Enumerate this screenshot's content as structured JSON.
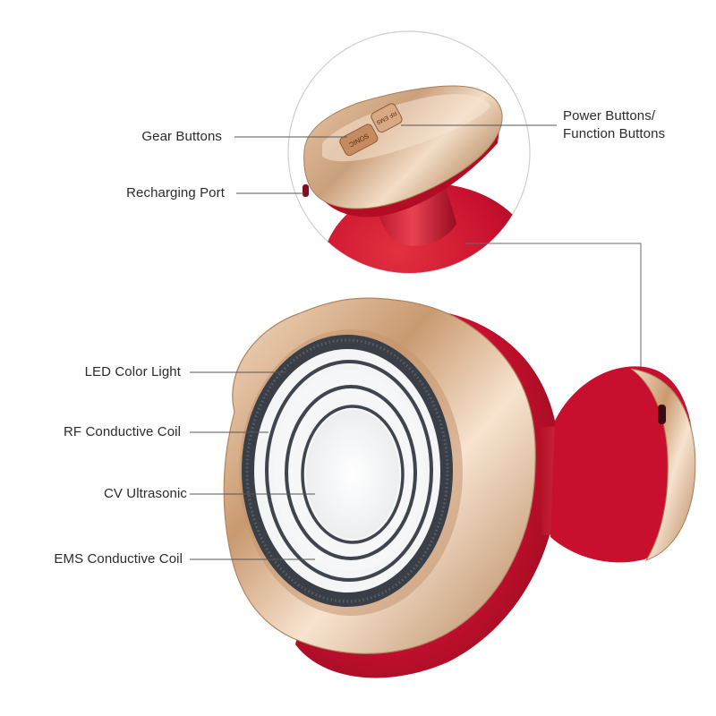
{
  "callouts": {
    "gear_buttons": "Gear Buttons",
    "recharging_port": "Recharging Port",
    "power_buttons_line1": "Power Buttons/",
    "power_buttons_line2": "Function Buttons",
    "led_light": "LED Color Light",
    "rf_coil": "RF Conductive Coil",
    "cv_ultrasonic": "CV Ultrasonic",
    "ems_coil": "EMS Conductive Coil"
  },
  "device_buttons": {
    "sonic": "SONIC",
    "rf_ems": "RF EMS"
  },
  "colors": {
    "device_red": "#c8102e",
    "gold_rim": "#d9b48f",
    "led_ring": "#3a3f47",
    "label_text": "#2b2b2b",
    "leader_line": "#555555"
  }
}
